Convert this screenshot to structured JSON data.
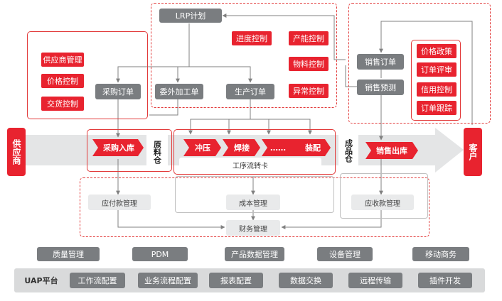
{
  "edges": {
    "supplier": "供应商",
    "customer": "客户"
  },
  "planning": {
    "lrp": "LRP计划",
    "controls": [
      "进度控制",
      "产能控制",
      "物料控制",
      "异常控制"
    ]
  },
  "purchase": {
    "order": "采购订单",
    "controls": [
      "供应商管理",
      "价格控制",
      "交货控制"
    ],
    "inbound": "采购入库"
  },
  "production": {
    "outsource": "委外加工单",
    "order": "生产订单",
    "steps": [
      "冲压",
      "焊接",
      "……",
      "装配"
    ],
    "route_card": "工序流转卡"
  },
  "warehouses": {
    "raw": "原料仓",
    "finished": "成品仓"
  },
  "sales": {
    "order": "销售订单",
    "forecast": "销售预测",
    "controls": [
      "价格政策",
      "订单评审",
      "信用控制",
      "订单跟踪"
    ],
    "outbound": "销售出库"
  },
  "finance": {
    "payable": "应付款管理",
    "cost": "成本管理",
    "receivable": "应收款管理",
    "general": "财务管理"
  },
  "modules": [
    "质量管理",
    "PDM",
    "产品数据管理",
    "设备管理",
    "移动商务"
  ],
  "platform": {
    "label": "UAP平台",
    "items": [
      "工作流配置",
      "业务流程配置",
      "报表配置",
      "数据交换",
      "远程传输",
      "插件开发"
    ]
  },
  "colors": {
    "accent": "#e8232f",
    "node": "#7a7d80",
    "light_node": "#e9eaeb",
    "band": "#e4e5e6"
  }
}
